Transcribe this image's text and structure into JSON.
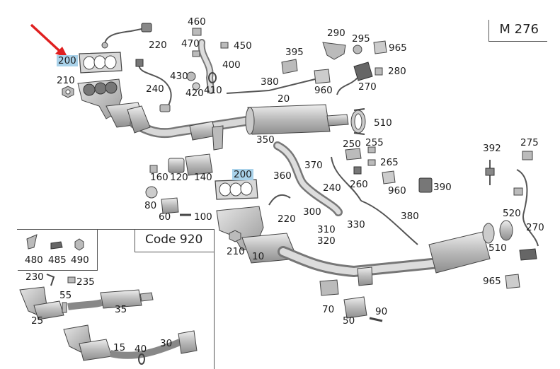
{
  "model_label": "M 276",
  "code_box_title": "Code 920",
  "callouts": {
    "c200a": "200",
    "c210a": "210",
    "c220a": "220",
    "c240a": "240",
    "c460": "460",
    "c470": "470",
    "c450": "450",
    "c400": "400",
    "c430": "430",
    "c420": "420",
    "c410": "410",
    "c380a": "380",
    "c20": "20",
    "c395": "395",
    "c290": "290",
    "c295": "295",
    "c965a": "965",
    "c280": "280",
    "c270a": "270",
    "c960a": "960",
    "c510a": "510",
    "c350": "350",
    "c250": "250",
    "c255": "255",
    "c265": "265",
    "c370": "370",
    "c360": "360",
    "c240b": "240",
    "c260": "260",
    "c960b": "960",
    "c390": "390",
    "c380b": "380",
    "c200b": "200",
    "c220b": "220",
    "c300": "300",
    "c310": "310",
    "c330": "330",
    "c320": "320",
    "c160": "160",
    "c120": "120",
    "c140": "140",
    "c80": "80",
    "c60": "60",
    "c100": "100",
    "c210b": "210",
    "c10": "10",
    "c392": "392",
    "c275": "275",
    "c520": "520",
    "c270b": "270",
    "c510b": "510",
    "c965b": "965",
    "c70": "70",
    "c50": "50",
    "c90": "90",
    "c480": "480",
    "c485": "485",
    "c490": "490",
    "c230": "230",
    "c235": "235",
    "c55": "55",
    "c35": "35",
    "c25": "25",
    "c15": "15",
    "c40": "40",
    "c30": "30"
  },
  "colors": {
    "highlight": "#a9d2ea",
    "arrow": "#e02020",
    "part_fill": "#c9c9c9",
    "part_stroke": "#555555"
  }
}
